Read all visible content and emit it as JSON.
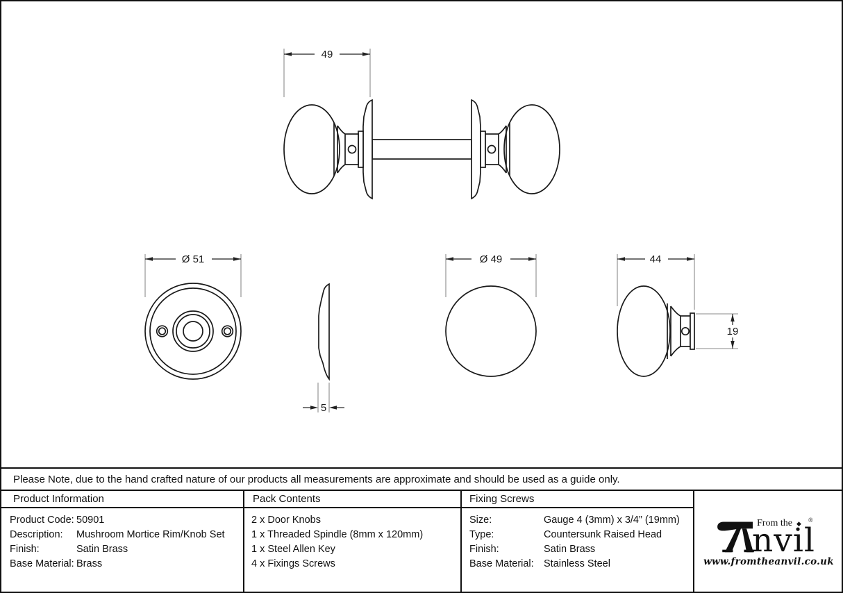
{
  "drawing": {
    "dims": {
      "knob_set_projection": "49",
      "rose_diameter": "Ø 51",
      "rose_thickness": "5",
      "knob_diameter": "Ø 49",
      "knob_depth": "44",
      "neck_height": "19"
    }
  },
  "note": "Please Note, due to the hand crafted nature of our products all measurements are approximate and should be used as a guide only.",
  "table": {
    "product_information": {
      "header": "Product Information",
      "rows": [
        {
          "label": "Product Code:",
          "value": "50901"
        },
        {
          "label": "Description:",
          "value": "Mushroom Mortice Rim/Knob Set"
        },
        {
          "label": "Finish:",
          "value": "Satin Brass"
        },
        {
          "label": "Base Material:",
          "value": "Brass"
        }
      ]
    },
    "pack_contents": {
      "header": "Pack Contents",
      "items": [
        "2 x Door Knobs",
        "1 x Threaded Spindle (8mm x 120mm)",
        "1 x Steel Allen Key",
        "4 x Fixings Screws"
      ]
    },
    "fixing_screws": {
      "header": "Fixing Screws",
      "rows": [
        {
          "label": "Size:",
          "value": "Gauge 4 (3mm) x 3/4” (19mm)"
        },
        {
          "label": "Type:",
          "value": "Countersunk Raised Head"
        },
        {
          "label": "Finish:",
          "value": "Satin Brass"
        },
        {
          "label": "Base Material:",
          "value": "Stainless Steel"
        }
      ]
    }
  },
  "logo": {
    "prefix": "From the",
    "brand": "Anvil",
    "brand_rest": "nvil",
    "registered": "®",
    "url": "www.fromtheanvil.co.uk"
  },
  "colors": {
    "line": "#1a1a1a",
    "extension_line": "#8a8a8a",
    "background": "#ffffff"
  }
}
